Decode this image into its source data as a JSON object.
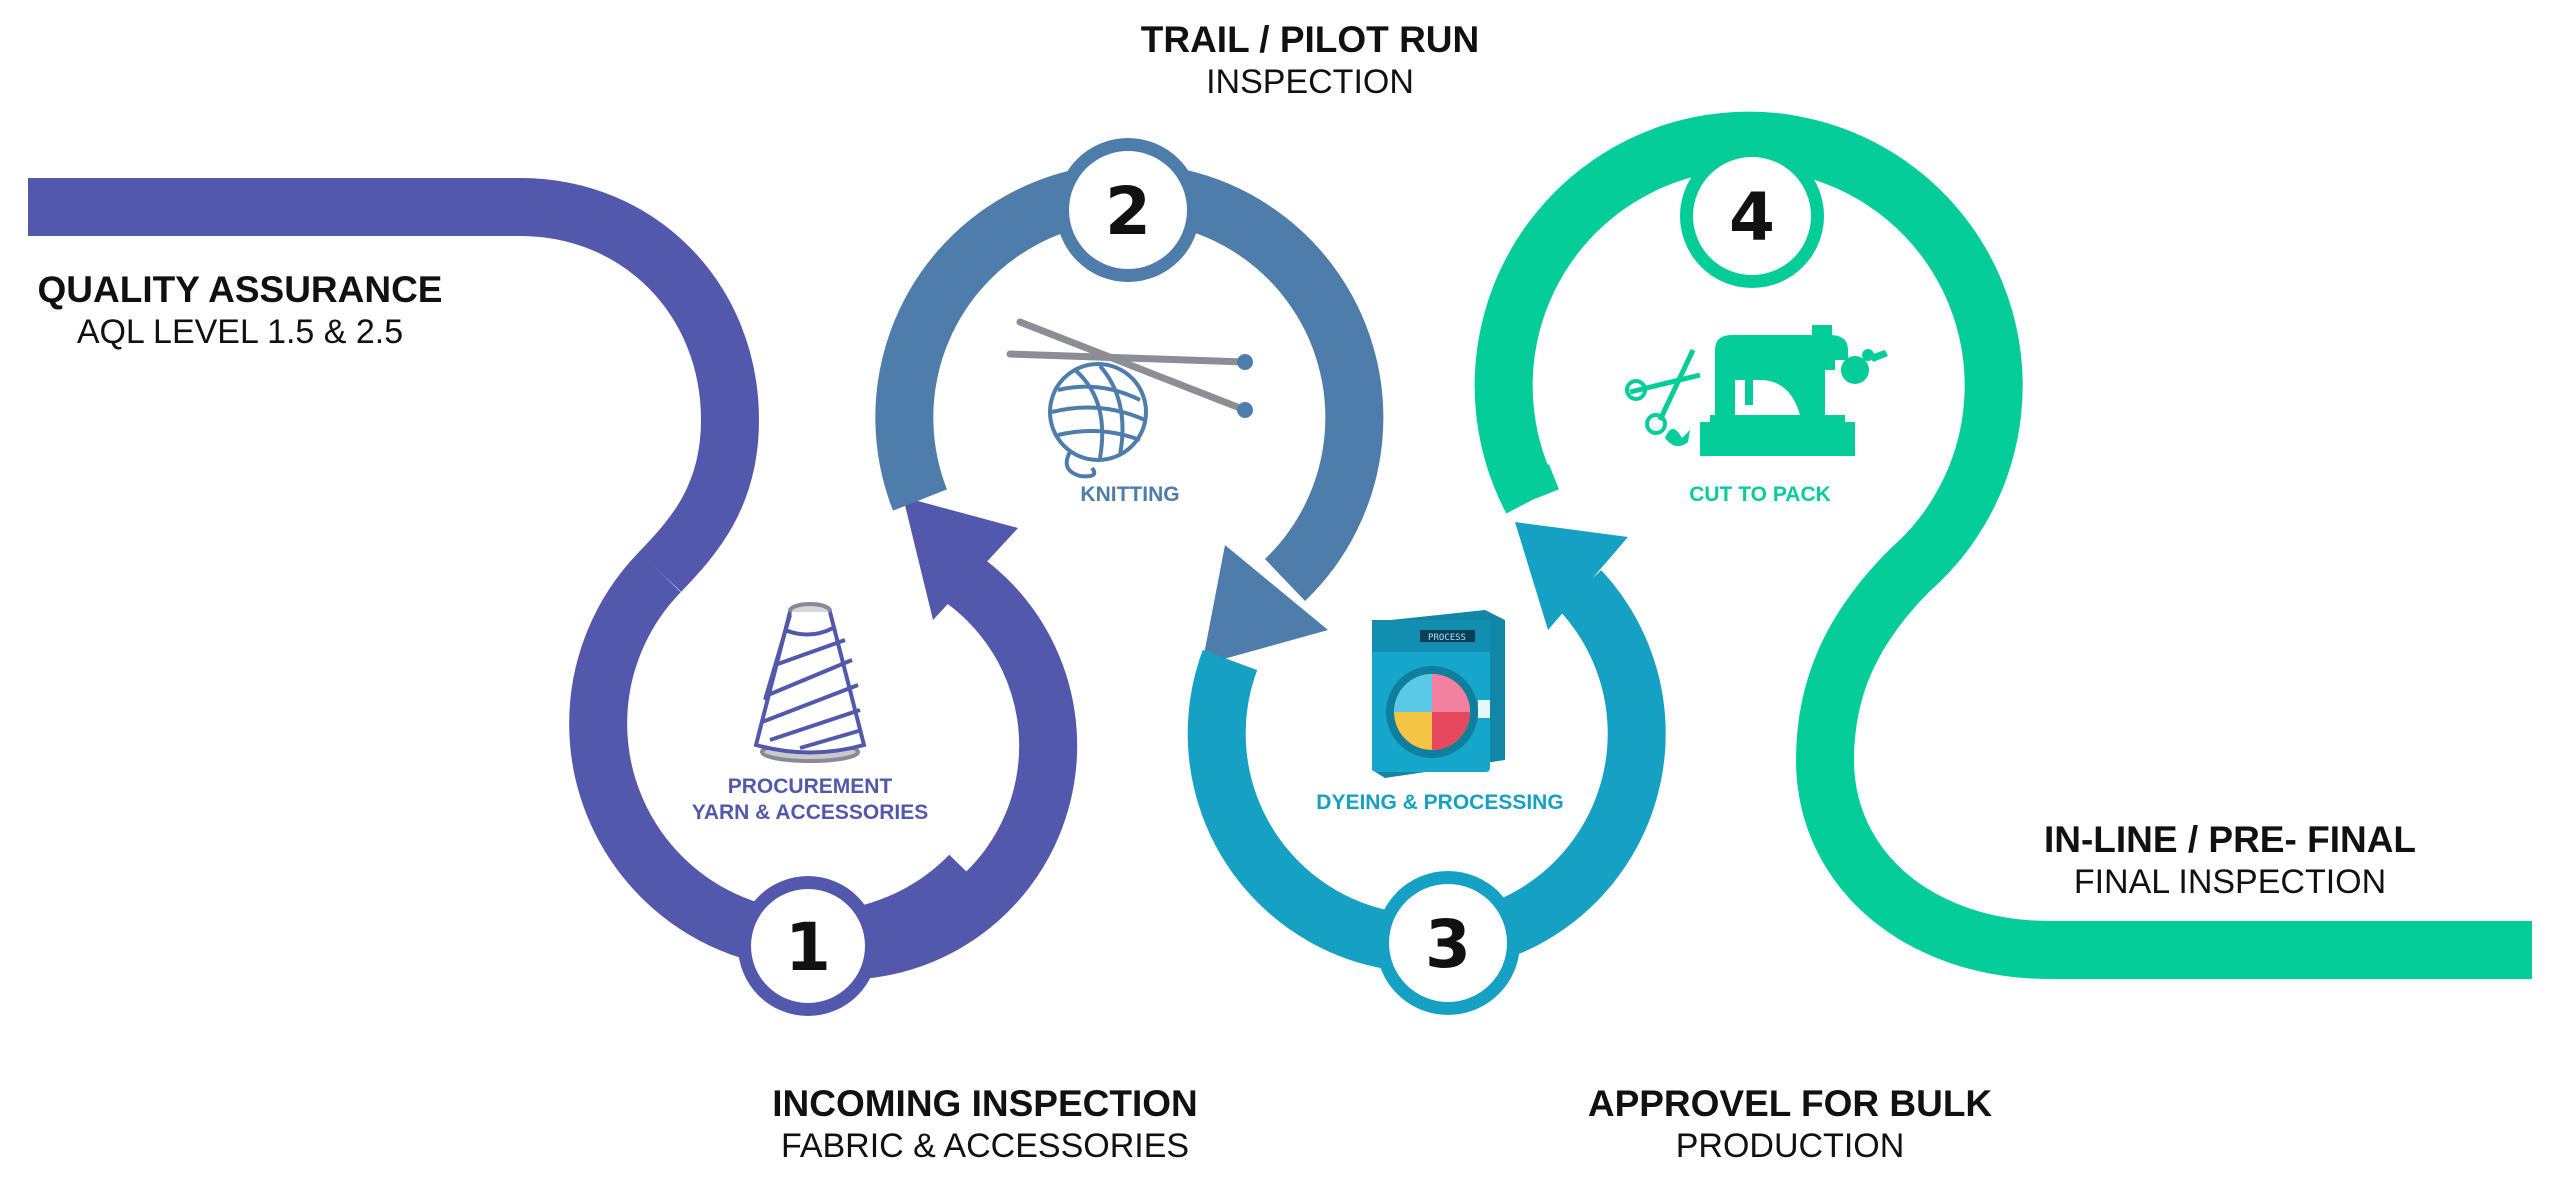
{
  "headings": {
    "quality": {
      "title": "QUALITY ASSURANCE",
      "sub": "AQL LEVEL 1.5 & 2.5"
    },
    "trail": {
      "title": "TRAIL / PILOT RUN",
      "sub": "INSPECTION"
    },
    "incoming": {
      "title": "INCOMING INSPECTION",
      "sub": "FABRIC & ACCESSORIES"
    },
    "approval": {
      "title": "APPROVEL FOR BULK",
      "sub": "PRODUCTION"
    },
    "inline": {
      "title": "IN-LINE / PRE- FINAL",
      "sub": "FINAL INSPECTION"
    }
  },
  "steps": [
    {
      "number": "1",
      "label_line1": "PROCUREMENT",
      "label_line2": "YARN & ACCESSORIES",
      "icon": "yarn-cone-icon",
      "color": "#5259ad"
    },
    {
      "number": "2",
      "label_line1": "KNITTING",
      "icon": "knitting-yarn-ball-icon",
      "color": "#4f7dab"
    },
    {
      "number": "3",
      "label_line1": "DYEING & PROCESSING",
      "icon": "washing-machine-icon",
      "color": "#16a1c4"
    },
    {
      "number": "4",
      "label_line1": "CUT TO PACK",
      "icon": "sewing-machine-icon",
      "color": "#05cd9a"
    }
  ],
  "washer_display": "PROCESS"
}
